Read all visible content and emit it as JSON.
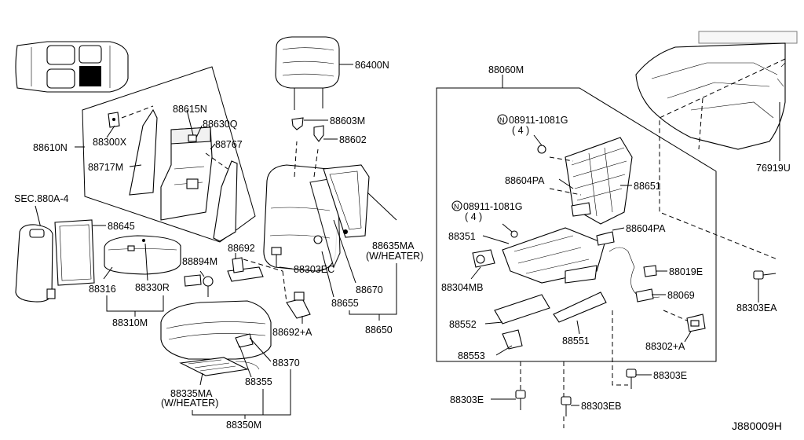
{
  "diagram_id": "J880009H",
  "callouts": {
    "p86400N": "86400N",
    "p88060M": "88060M",
    "p88603M": "88603M",
    "p88602": "88602",
    "p88615N": "88615N",
    "p88630Q": "88630Q",
    "p88610N": "88610N",
    "p88300X": "88300X",
    "p88767": "88767",
    "p88717M": "88717M",
    "p76919U": "76919U",
    "sec880": "SEC.880A-4",
    "p88645": "88645",
    "p88635MA": "88635MA",
    "withHeater1": "(W/HEATER)",
    "p88692": "88692",
    "p88894M": "88894M",
    "p88303EC": "88303EC",
    "p88316": "88316",
    "p88330R": "88330R",
    "p88310M": "88310M",
    "p88670": "88670",
    "p88655": "88655",
    "p88650": "88650",
    "p88692A": "88692+A",
    "p88370": "88370",
    "p88355": "88355",
    "p88335MA": "88335MA",
    "withHeater2": "(W/HEATER)",
    "p88350M": "88350M",
    "n1": "N",
    "p08911a": "08911-1081G",
    "qty1": "( 4 )",
    "n2": "N",
    "p08911b": "08911-1081G",
    "qty2": "( 4 )",
    "p88604PA1": "88604PA",
    "p88651": "88651",
    "p88604PA2": "88604PA",
    "p88351": "88351",
    "p88304MB": "88304MB",
    "p88019E": "88019E",
    "p88069": "88069",
    "p88303EA": "88303EA",
    "p88552": "88552",
    "p88551": "88551",
    "p88302A": "88302+A",
    "p88553": "88553",
    "p88303E1": "88303E",
    "p88303E2": "88303E",
    "p88303EB": "88303EB"
  }
}
